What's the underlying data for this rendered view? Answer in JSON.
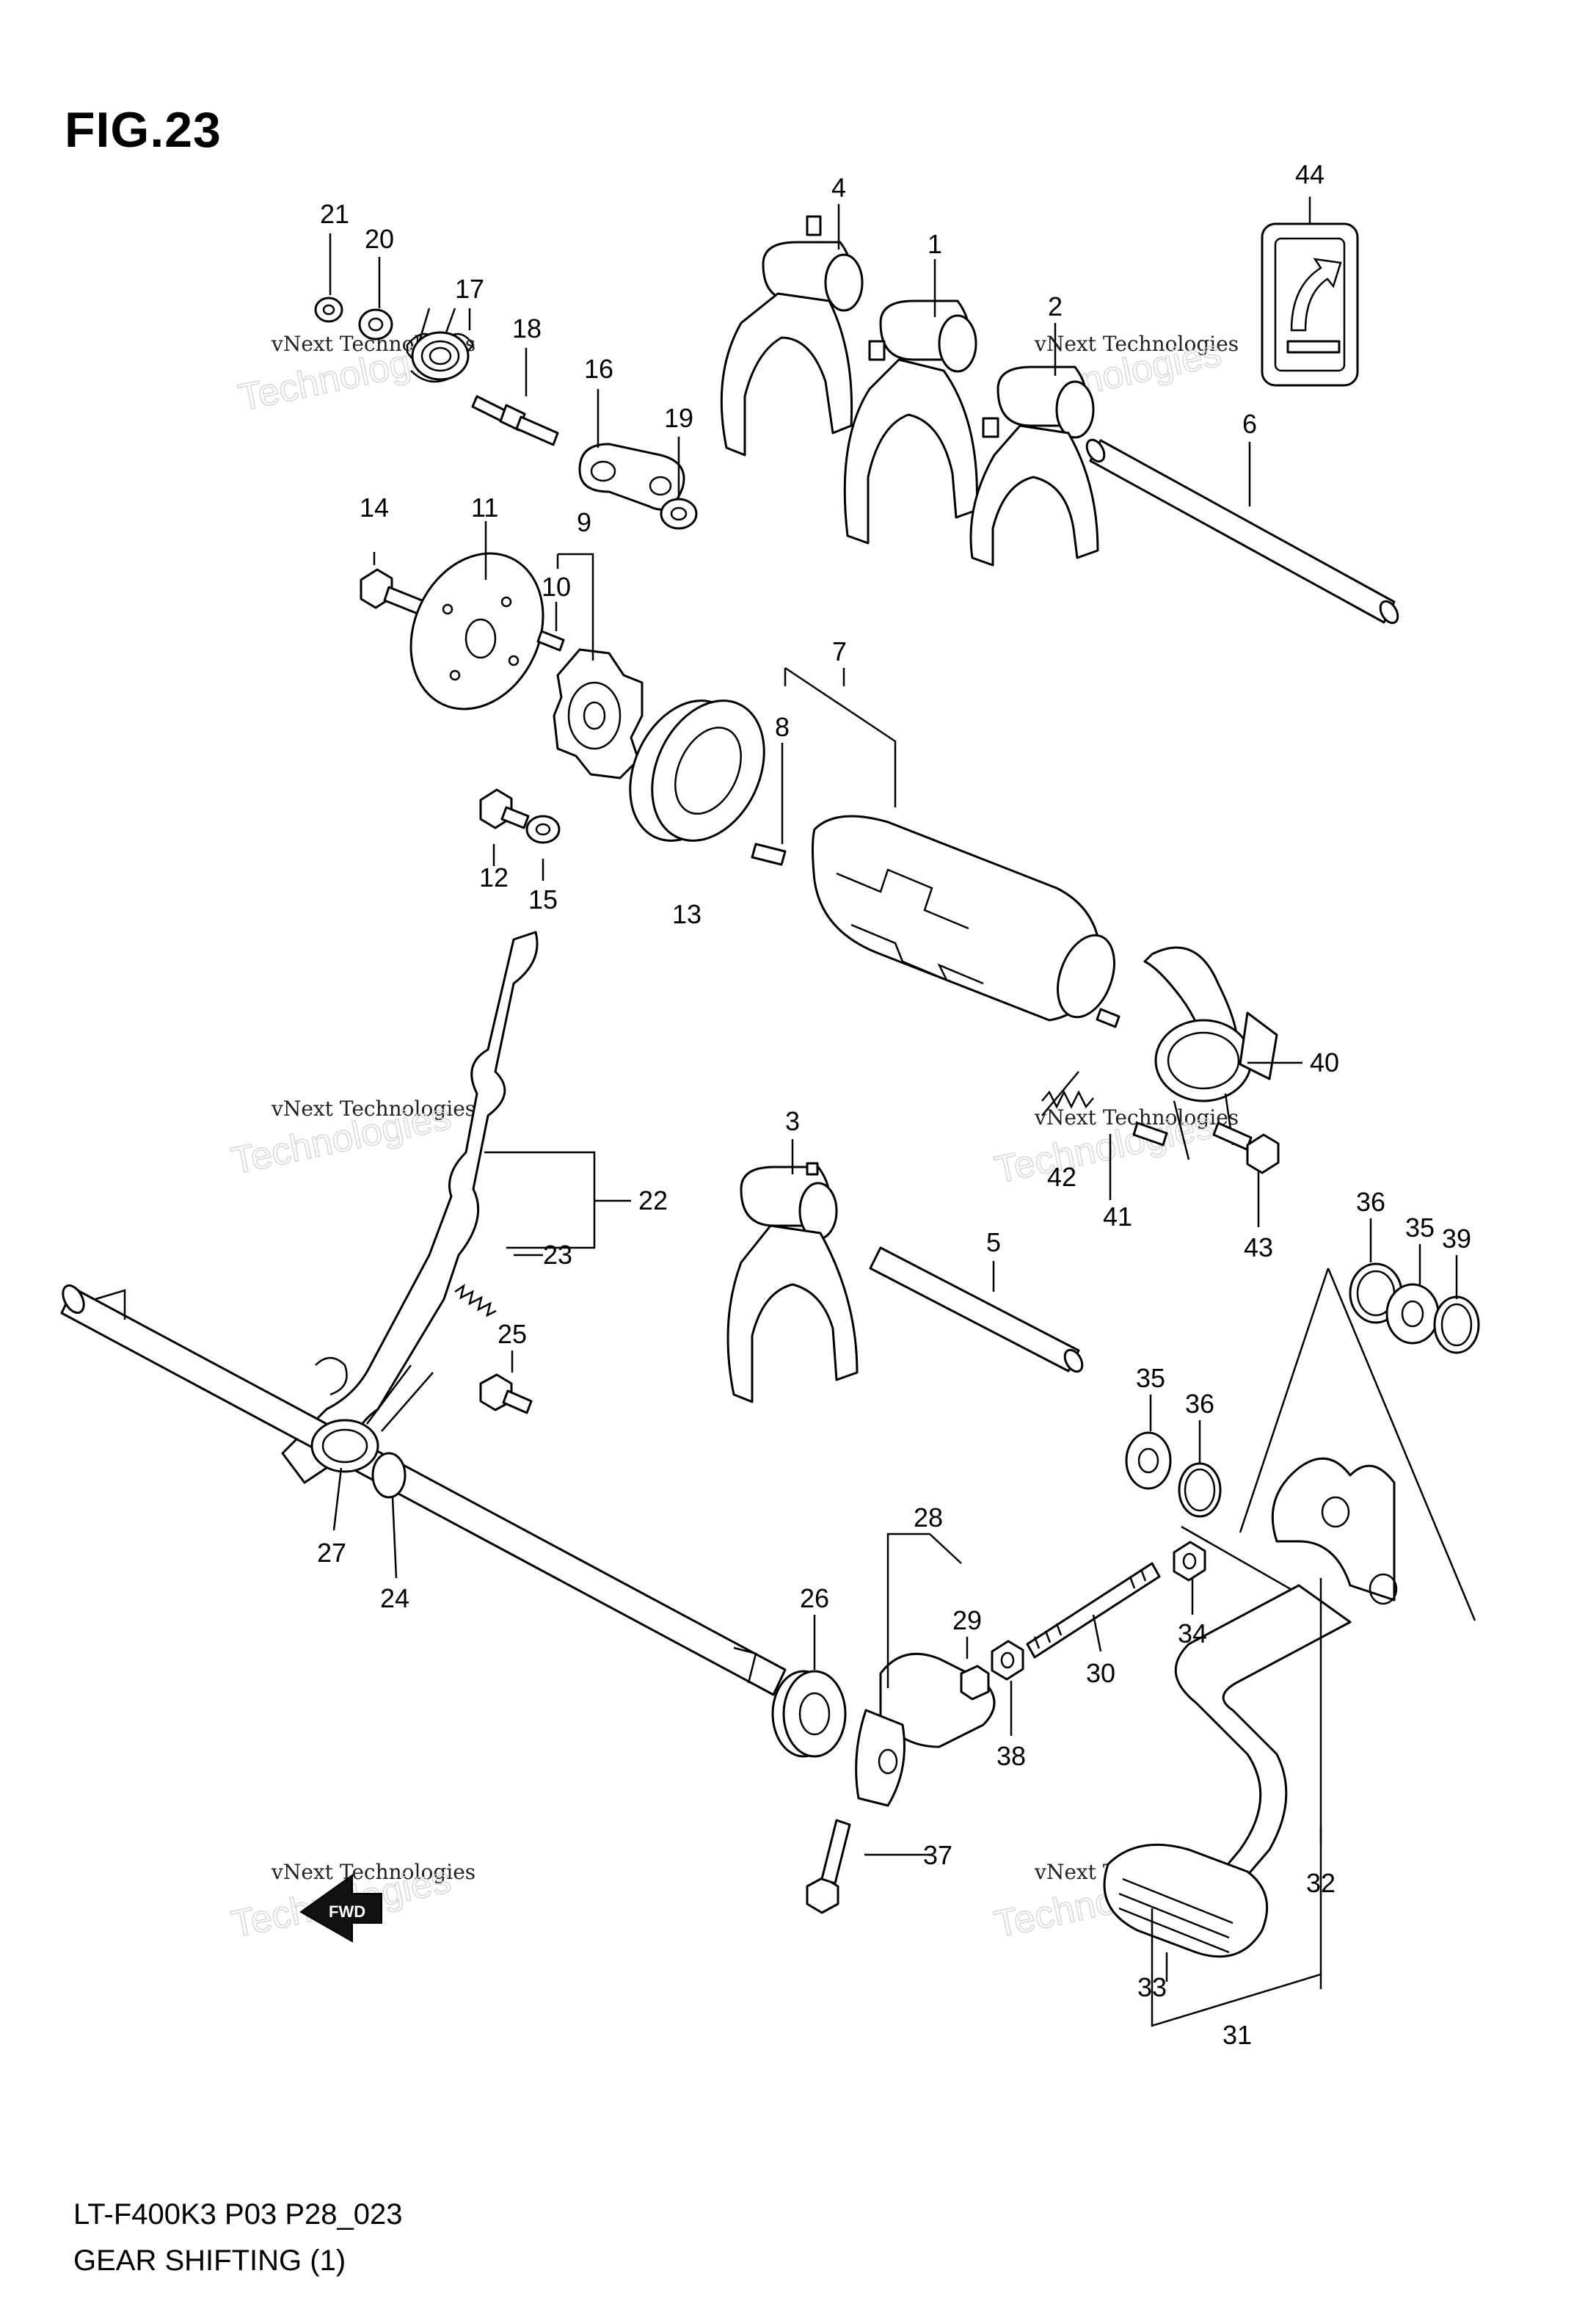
{
  "figure": {
    "title": "FIG.23",
    "diagram_code": "LT-F400K3 P03 P28_023",
    "diagram_name": "GEAR SHIFTING (1)"
  },
  "watermark": {
    "line1": "vNext Technologies",
    "line2": "Technologies"
  },
  "callouts": {
    "c1": "1",
    "c2": "2",
    "c3": "3",
    "c4": "4",
    "c5": "5",
    "c6": "6",
    "c7": "7",
    "c8": "8",
    "c9": "9",
    "c10": "10",
    "c11": "11",
    "c12": "12",
    "c13": "13",
    "c14": "14",
    "c15": "15",
    "c16": "16",
    "c17": "17",
    "c18": "18",
    "c19": "19",
    "c20": "20",
    "c21": "21",
    "c22": "22",
    "c23": "23",
    "c24": "24",
    "c25": "25",
    "c26": "26",
    "c27": "27",
    "c28": "28",
    "c29": "29",
    "c30": "30",
    "c31": "31",
    "c32": "32",
    "c33": "33",
    "c34": "34",
    "c35a": "35",
    "c35b": "35",
    "c36a": "36",
    "c36b": "36",
    "c37": "37",
    "c38": "38",
    "c39": "39",
    "c40": "40",
    "c41": "41",
    "c42": "42",
    "c43": "43",
    "c44": "44"
  },
  "badge": {
    "label": "FWD"
  }
}
